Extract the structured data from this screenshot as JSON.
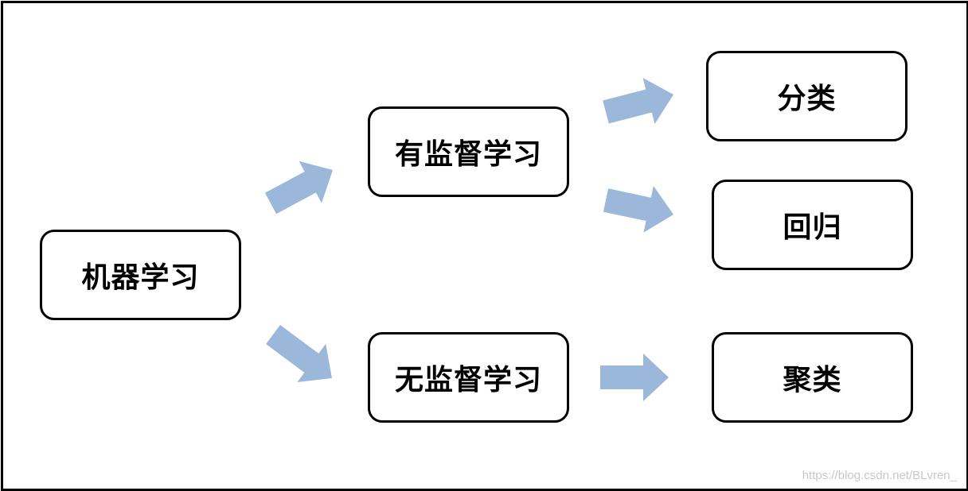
{
  "nodes": {
    "machine_learning": "机器学习",
    "supervised": "有监督学习",
    "unsupervised": "无监督学习",
    "classification": "分类",
    "regression": "回归",
    "clustering": "聚类"
  },
  "watermark": "https://blog.csdn.net/BLvren_",
  "colors": {
    "arrow": "#9bb7d9",
    "border": "#000000",
    "background": "#ffffff"
  }
}
